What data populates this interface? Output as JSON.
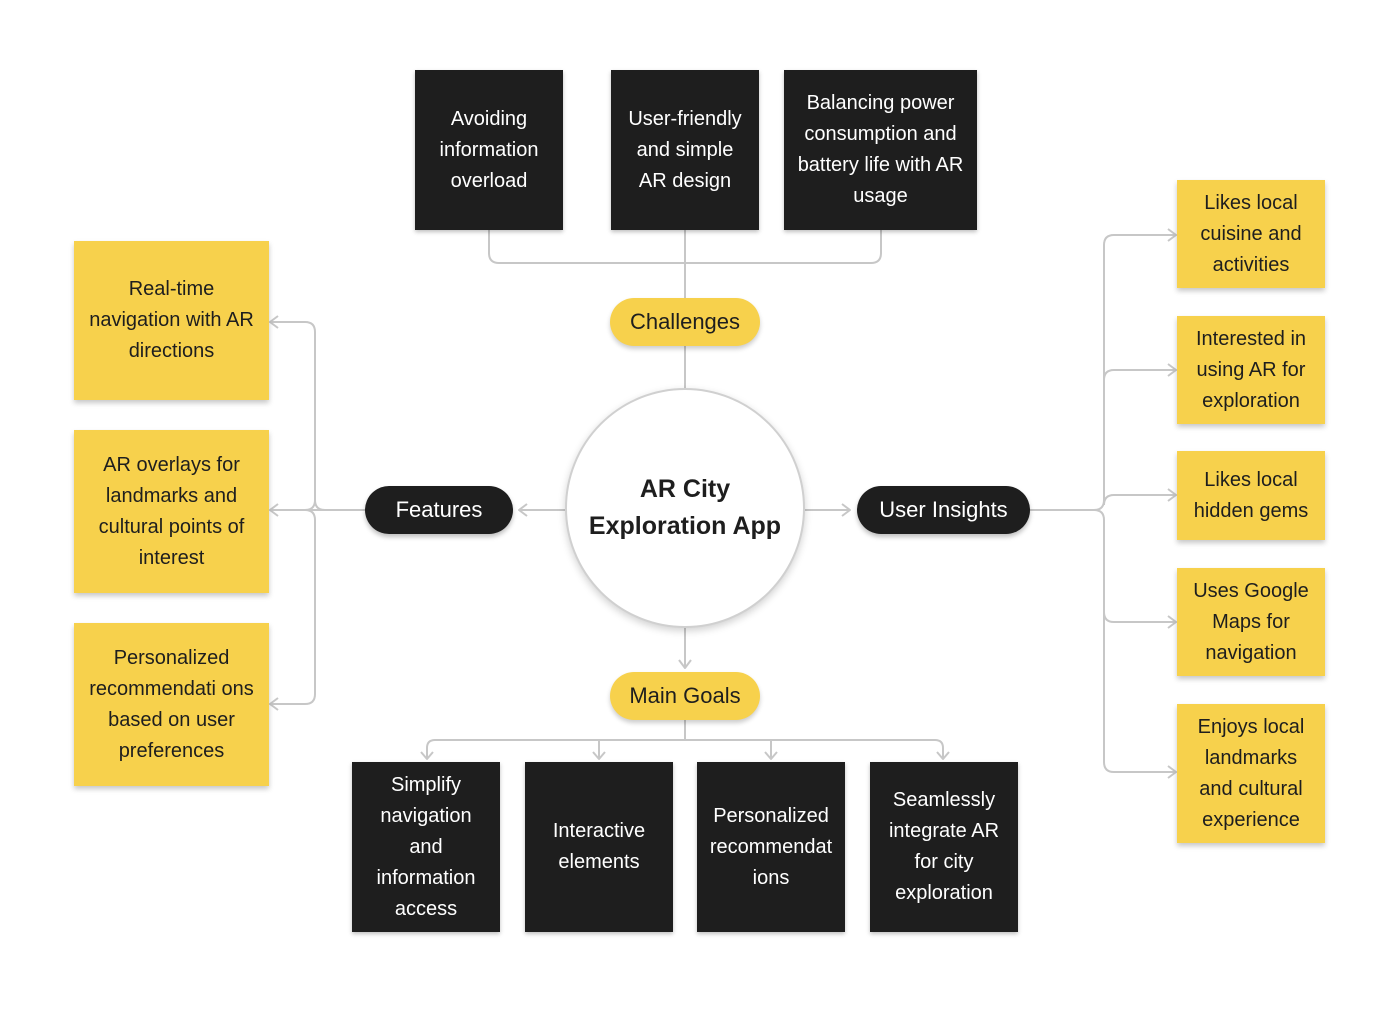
{
  "center": {
    "title": "AR City Exploration App"
  },
  "branches": {
    "challenges": {
      "label": "Challenges",
      "items": [
        "Avoiding information overload",
        "User-friendly and simple AR design",
        "Balancing power consumption and battery life with AR usage"
      ]
    },
    "features": {
      "label": "Features",
      "items": [
        "Real-time navigation with AR directions",
        "AR overlays for landmarks and cultural points of interest",
        "Personalized recommendati ons based on user preferences"
      ]
    },
    "user_insights": {
      "label": "User Insights",
      "items": [
        "Likes local cuisine and activities",
        "Interested in using AR for exploration",
        "Likes local hidden gems",
        "Uses Google Maps for navigation",
        "Enjoys local landmarks and cultural experience"
      ]
    },
    "main_goals": {
      "label": "Main Goals",
      "items": [
        "Simplify navigation and information access",
        "Interactive elements",
        "Personalized recommendat ions",
        "Seamlessly integrate AR for city exploration"
      ]
    }
  },
  "colors": {
    "note_yellow": "#f7d14c",
    "dark_card": "#1e1e1e",
    "connector": "#c7c7c7"
  }
}
